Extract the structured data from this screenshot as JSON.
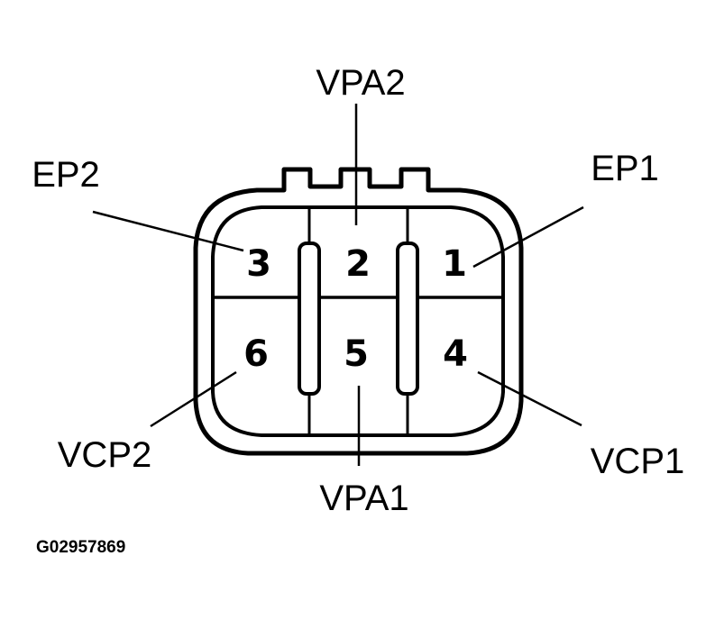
{
  "connector": {
    "pins": [
      {
        "number": "1",
        "signal": "EP1"
      },
      {
        "number": "2",
        "signal": "VPA2"
      },
      {
        "number": "3",
        "signal": "EP2"
      },
      {
        "number": "4",
        "signal": "VCP1"
      },
      {
        "number": "5",
        "signal": "VPA1"
      },
      {
        "number": "6",
        "signal": "VCP2"
      }
    ]
  },
  "figure_code": "G02957869",
  "colors": {
    "ink": "#000000",
    "background": "#ffffff"
  }
}
